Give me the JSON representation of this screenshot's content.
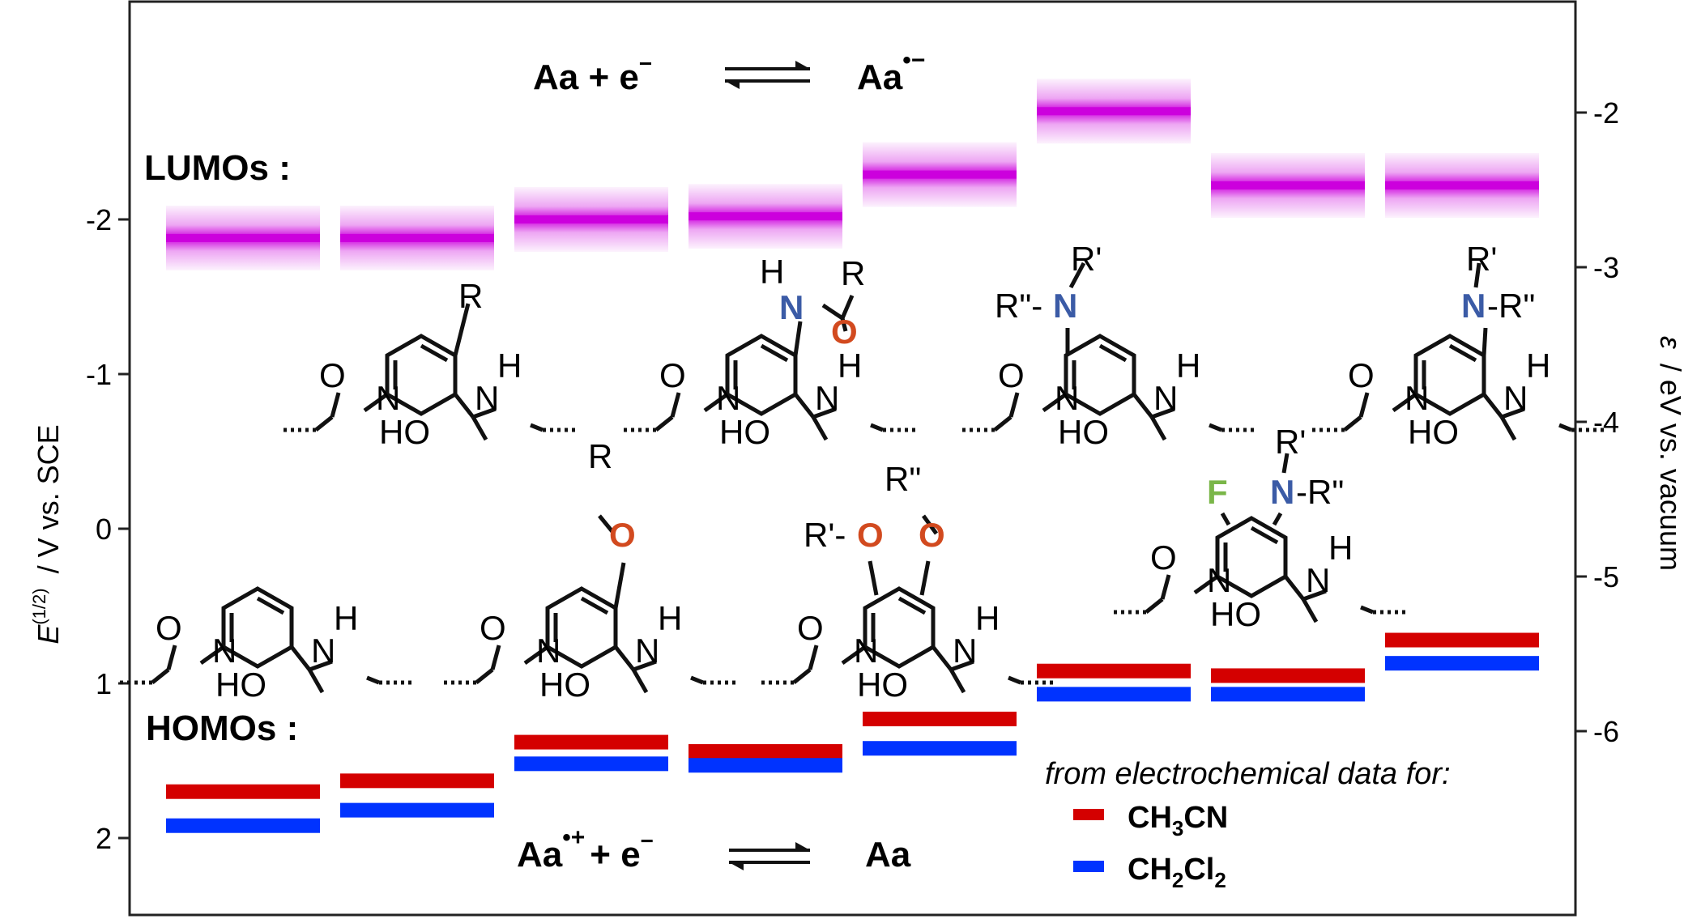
{
  "chart_data": {
    "type": "energy-level-diagram",
    "y_left": {
      "label": "E",
      "label_superscript": "(1/2)",
      "label_rest": "/ V vs. SCE",
      "ticks": [
        -2,
        -1,
        0,
        1,
        2
      ],
      "tick_labels": [
        "-2",
        "-1",
        "0",
        "1",
        "2"
      ],
      "range": [
        -3.4,
        2.5
      ]
    },
    "y_right": {
      "label_symbol": "ε",
      "label_rest": "/ eV vs. vacuum",
      "ticks": [
        -2,
        -3,
        -4,
        -5,
        -6
      ],
      "tick_labels": [
        "-2",
        "-3",
        "-4",
        "-5",
        "-6"
      ]
    },
    "lumo_label": "LUMOs :",
    "homo_label": "HOMOs :",
    "reduction_equation": {
      "left": "Aa + e",
      "sup": "−",
      "right": "Aa",
      "right_sup": "•−"
    },
    "oxidation_equation": {
      "left": "Aa",
      "left_sup": "•+",
      "plus": "+ e",
      "sup": "−",
      "right": "Aa"
    },
    "legend": {
      "title": "from electrochemical data for:",
      "entries": [
        {
          "base": "CH",
          "sub1": "3",
          "rest": "CN",
          "sub2": "",
          "color": "#d40000"
        },
        {
          "base": "CH",
          "sub1": "2",
          "rest": "Cl",
          "sub2": "2",
          "color": "#0033ff"
        }
      ]
    },
    "colors": {
      "lumo": "#cc00dd",
      "ch3cn": "#d40000",
      "ch2cl2": "#0033ff",
      "oxygen": "#d24a1f",
      "nitrogen": "#3b5ba6",
      "fluorine": "#7ab648"
    },
    "columns": 8,
    "lumo": [
      -1.88,
      -1.88,
      -2.0,
      -2.02,
      -2.29,
      -2.7,
      -2.22,
      -2.22
    ],
    "homo_ch3cn": [
      1.7,
      1.63,
      1.38,
      1.44,
      1.23,
      0.92,
      0.95,
      0.72
    ],
    "homo_ch2cl2": [
      1.92,
      1.82,
      1.52,
      1.53,
      1.42,
      1.07,
      1.07,
      0.87
    ],
    "structure_labels": {
      "R": "R",
      "H": "H",
      "O": "O",
      "N": "N",
      "HO": "HO",
      "R1": "R'",
      "R2": "R\"",
      "R2N": "R\"-",
      "NR2": "-R\"",
      "R1O": "R'-",
      "F": "F"
    }
  }
}
